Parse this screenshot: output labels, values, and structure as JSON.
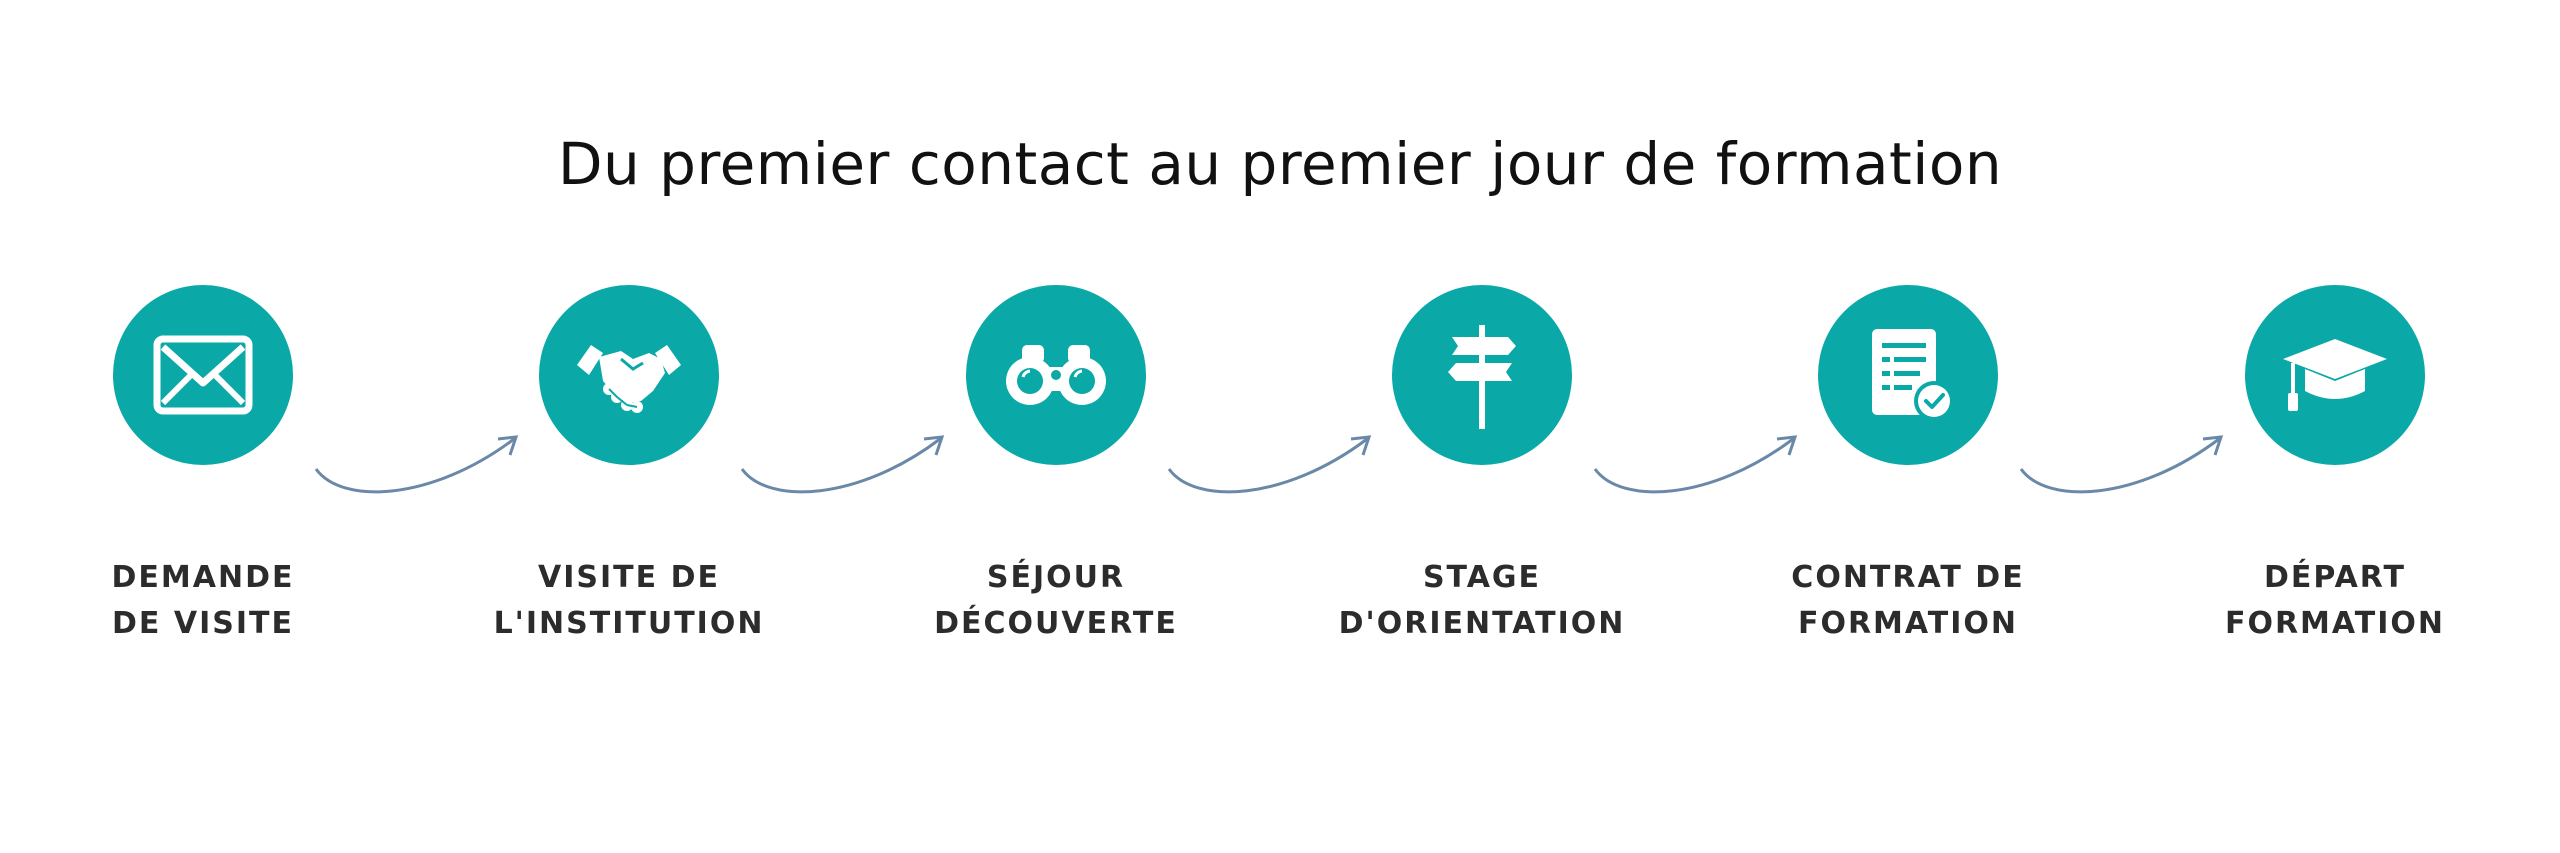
{
  "title": "Du premier contact au premier jour de formation",
  "colors": {
    "circle": "#0aa8a7",
    "arrow": "#6a88a8",
    "label": "#2c2c2c",
    "icon": "#ffffff"
  },
  "steps": [
    {
      "icon": "envelope-icon",
      "line1": "DEMANDE",
      "line2": "DE VISITE"
    },
    {
      "icon": "handshake-icon",
      "line1": "VISITE DE",
      "line2": "L'INSTITUTION"
    },
    {
      "icon": "binoculars-icon",
      "line1": "SÉJOUR",
      "line2": "DÉCOUVERTE"
    },
    {
      "icon": "signpost-icon",
      "line1": "STAGE",
      "line2": "D'ORIENTATION"
    },
    {
      "icon": "contract-icon",
      "line1": "CONTRAT DE",
      "line2": "FORMATION"
    },
    {
      "icon": "graduation-cap-icon",
      "line1": "DÉPART",
      "line2": "FORMATION"
    }
  ]
}
